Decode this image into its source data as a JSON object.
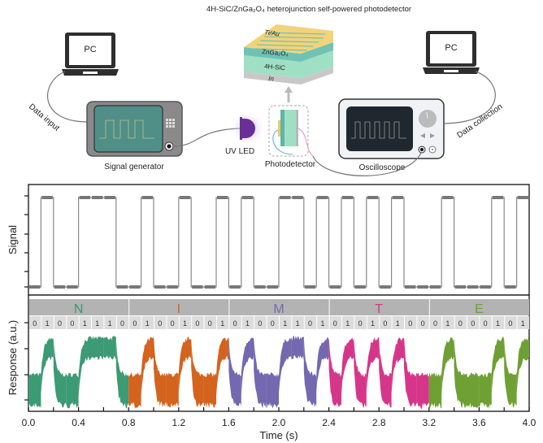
{
  "schematic": {
    "device_title": "4H-SiC/ZnGa₂O₄ heterojunction self-powered photodetector",
    "layers": [
      {
        "name": "Ti/Au",
        "color": "#f2d37a"
      },
      {
        "name": "ZnGa₂O₄",
        "color": "#6fc2b4"
      },
      {
        "name": "4H-SiC",
        "color": "#9fe0c4"
      },
      {
        "name": "In",
        "color": "#c8c8c8"
      }
    ],
    "pc_left_label": "PC",
    "pc_right_label": "PC",
    "data_input_label": "Data input",
    "data_collection_label": "Data collection",
    "signal_generator_label": "Signal generator",
    "uv_led_label": "UV LED",
    "photodetector_label": "Photodetector",
    "oscilloscope_label": "Oscilloscope"
  },
  "chart_data": {
    "type": "line",
    "xlabel": "Time (s)",
    "xlim": [
      0.0,
      4.0
    ],
    "x_ticks": [
      "0.0",
      "0.4",
      "0.8",
      "1.2",
      "1.6",
      "2.0",
      "2.4",
      "2.8",
      "3.2",
      "3.6",
      "4.0"
    ],
    "bit_period_s": 0.1,
    "signal": {
      "ylabel": "Signal",
      "color": "#777777",
      "bits": "0100111001001001010011010101010001000101"
    },
    "response": {
      "ylabel": "Response (a.u.)",
      "low_level": 0.25,
      "high_level": 0.75,
      "letters": [
        {
          "letter": "N",
          "bits": "01001110",
          "color": "#3c9a74"
        },
        {
          "letter": "I",
          "bits": "01001001",
          "color": "#d4631e"
        },
        {
          "letter": "M",
          "bits": "01001101",
          "color": "#7468b0"
        },
        {
          "letter": "T",
          "bits": "01010100",
          "color": "#d6368a"
        },
        {
          "letter": "E",
          "bits": "01000101",
          "color": "#6ea034"
        }
      ]
    }
  }
}
